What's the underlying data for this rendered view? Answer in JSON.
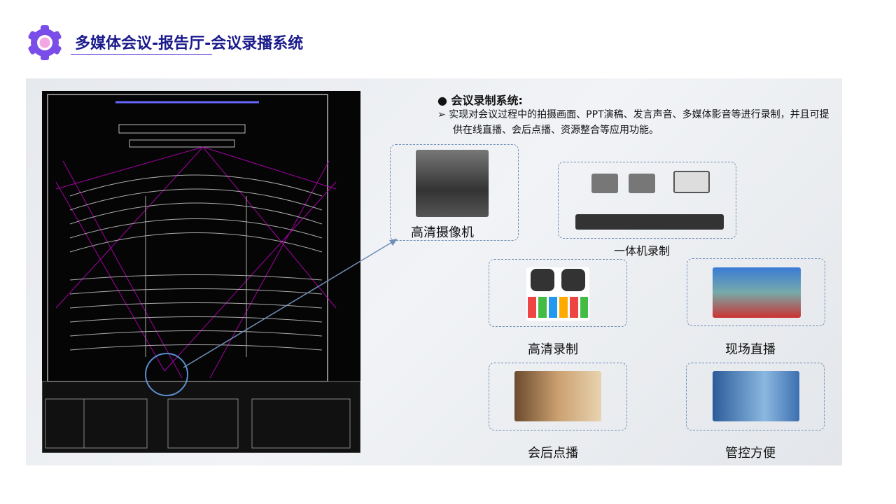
{
  "header": {
    "title": "多媒体会议-报告厅-会议录播系统"
  },
  "section": {
    "heading": "会议录制系统:",
    "description": "实现对会议过程中的拍摄画面、PPT演稿、发言声音、多媒体影音等进行录制，并且可提供在线直播、会后点播、资源整合等应用功能。"
  },
  "cards": {
    "camera": "高清摄像机",
    "recorder": "一体机录制",
    "hd_recording": "高清录制",
    "live": "现场直播",
    "vod": "会后点播",
    "control": "管控方便"
  },
  "colors": {
    "title": "#1a1a8c",
    "accent": "#7b4de8",
    "dash": "#6f8fb8"
  }
}
